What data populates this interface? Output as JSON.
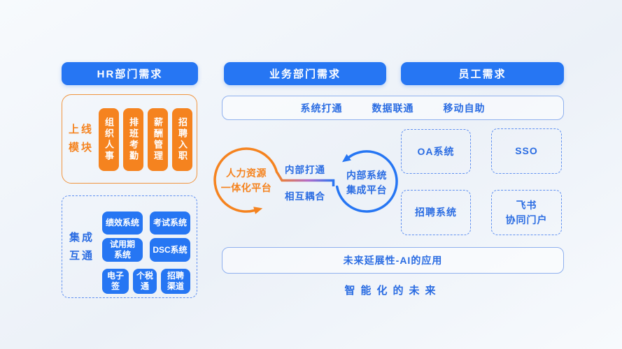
{
  "colors": {
    "blue": "#2676f3",
    "blue-text": "#2a6ce2",
    "orange": "#f5831f",
    "orange-border": "#f0953f",
    "dash-blue": "#6090f0",
    "soft-border": "#8fb0ee",
    "grad-mid": "#b36cc8",
    "bg-a": "#f7fafd",
    "bg-b": "#ecf1f8"
  },
  "headers": {
    "hr": "HR部门需求",
    "business": "业务部门需求",
    "employee": "员工需求"
  },
  "launch_panel": {
    "label": "上线\n模块",
    "modules": [
      "组织人事",
      "排班考勤",
      "薪酬管理",
      "招聘入职"
    ]
  },
  "integration_panel": {
    "label": "集成\n互通",
    "systems": [
      "绩效系统",
      "考试系统",
      "试用期\n系统",
      "DSC系统",
      "电子\n签",
      "个税\n通",
      "招聘\n渠道"
    ]
  },
  "capabilities": [
    "系统打通",
    "数据联通",
    "移动自助"
  ],
  "platforms": {
    "hr_platform": "人力资源\n一体化平台",
    "internal_platform": "内部系统\n集成平台",
    "relation_top": "内部打通",
    "relation_bottom": "相互耦合"
  },
  "employee_systems": [
    "OA系统",
    "SSO",
    "招聘系统",
    "飞书\n协同门户"
  ],
  "future": {
    "banner": "未来延展性-AI的应用",
    "slogan": "智能化的未来"
  }
}
